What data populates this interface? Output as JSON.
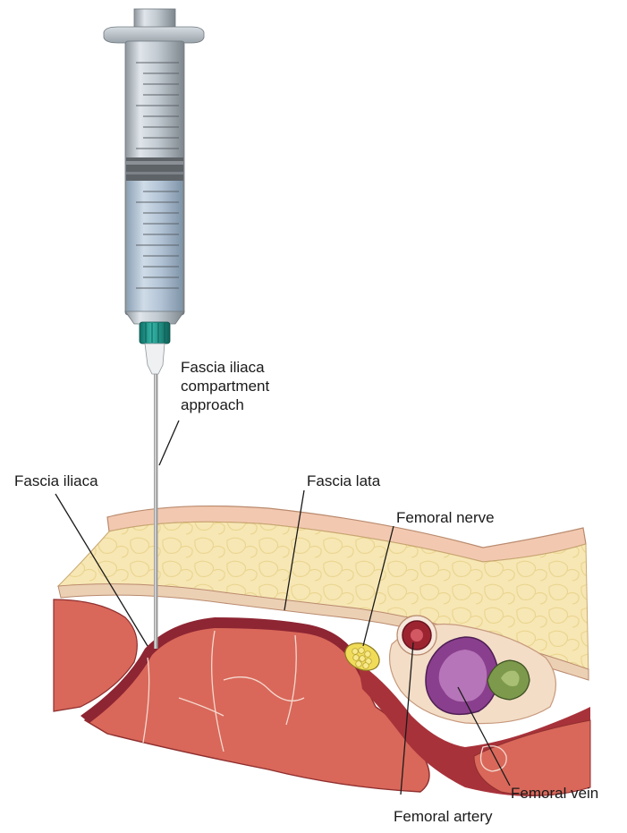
{
  "labels": {
    "approach_line1": "Fascia iliaca",
    "approach_line2": "compartment",
    "approach_line3": "approach",
    "fascia_iliaca": "Fascia iliaca",
    "fascia_lata": "Fascia lata",
    "femoral_nerve": "Femoral nerve",
    "femoral_vein": "Femoral vein",
    "femoral_artery": "Femoral artery"
  },
  "colors": {
    "skin": "#f2c9b0",
    "fat": "#f7e7b4",
    "fat_cell_line": "#e9d38c",
    "fascia": "#e8c7a6",
    "muscle": "#d9685a",
    "muscle_dark": "#a8323a",
    "nerve": "#f0dc58",
    "artery": "#9c2430",
    "vein": "#8a3f8e",
    "vein_inner": "#b675b8",
    "third_vessel": "#7d9a4c",
    "syringe_barrel": "#c9d2da",
    "syringe_fluid": "#b6c8da",
    "luer_hub": "#1f9c8f",
    "needle": "#a9a9a9"
  },
  "icons": {
    "syringe": "syringe-icon"
  }
}
